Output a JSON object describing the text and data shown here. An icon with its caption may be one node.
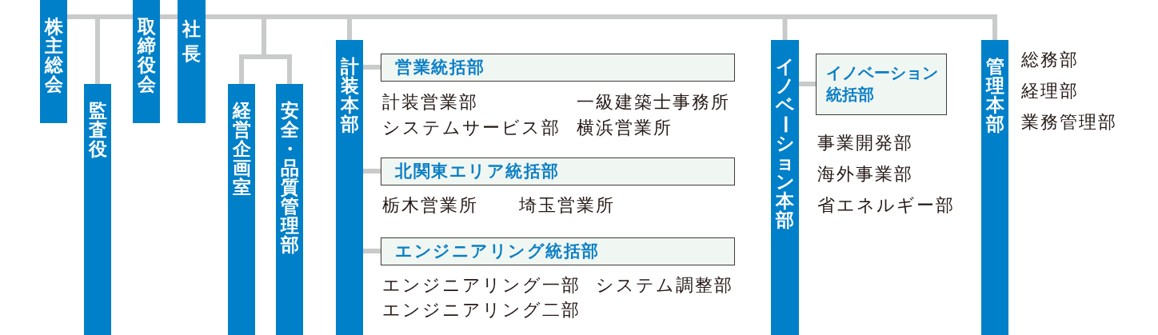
{
  "diagram": {
    "nodes": [
      {
        "text": [
          "株主総会"
        ]
      },
      {
        "text": [
          "監査役"
        ]
      },
      {
        "text": [
          "取締役会"
        ]
      },
      {
        "text": [
          "社長"
        ]
      },
      {
        "text": [
          "経営企画室"
        ]
      },
      {
        "text": [
          "安全・品質管理部"
        ]
      },
      {
        "text": [
          "計装本部"
        ]
      },
      {
        "text": [
          "営業統括部"
        ],
        "beside": [
          "計装営業部",
          "一級建築士事務所",
          "システムサービス部",
          "横浜営業所"
        ]
      },
      {
        "text": [
          "北関東エリア統括部"
        ],
        "beside": [
          "栃木営業所",
          "埼玉営業所"
        ]
      },
      {
        "text": [
          "エンジニアリング統括部"
        ],
        "beside": [
          "エンジニアリング一部",
          "システム調整部",
          "エンジニアリング二部"
        ]
      },
      {
        "text": [
          "イノベーション本部"
        ]
      },
      {
        "text": [
          "イノベーション統括部"
        ],
        "beside": [
          "事業開発部",
          "海外事業部",
          "省エネルギー部"
        ]
      },
      {
        "text": [
          "管理本部"
        ],
        "beside": [
          "総務部",
          "経理部",
          "業務管理部"
        ]
      }
    ],
    "edges": [
      {
        "from": 0,
        "to": 1,
        "arrow": "none"
      },
      {
        "from": 0,
        "to": 2,
        "arrow": "none"
      },
      {
        "from": 2,
        "to": 3,
        "arrow": "none"
      },
      {
        "from": 3,
        "to": 4,
        "arrow": "none"
      },
      {
        "from": 3,
        "to": 5,
        "arrow": "none"
      },
      {
        "from": 3,
        "to": 6,
        "arrow": "none"
      },
      {
        "from": 3,
        "to": 10,
        "arrow": "none"
      },
      {
        "from": 3,
        "to": 12,
        "arrow": "none"
      },
      {
        "from": 6,
        "to": 7,
        "arrow": "none"
      },
      {
        "from": 6,
        "to": 8,
        "arrow": "none"
      },
      {
        "from": 6,
        "to": 9,
        "arrow": "none"
      },
      {
        "from": 10,
        "to": 11,
        "arrow": "none"
      }
    ]
  }
}
